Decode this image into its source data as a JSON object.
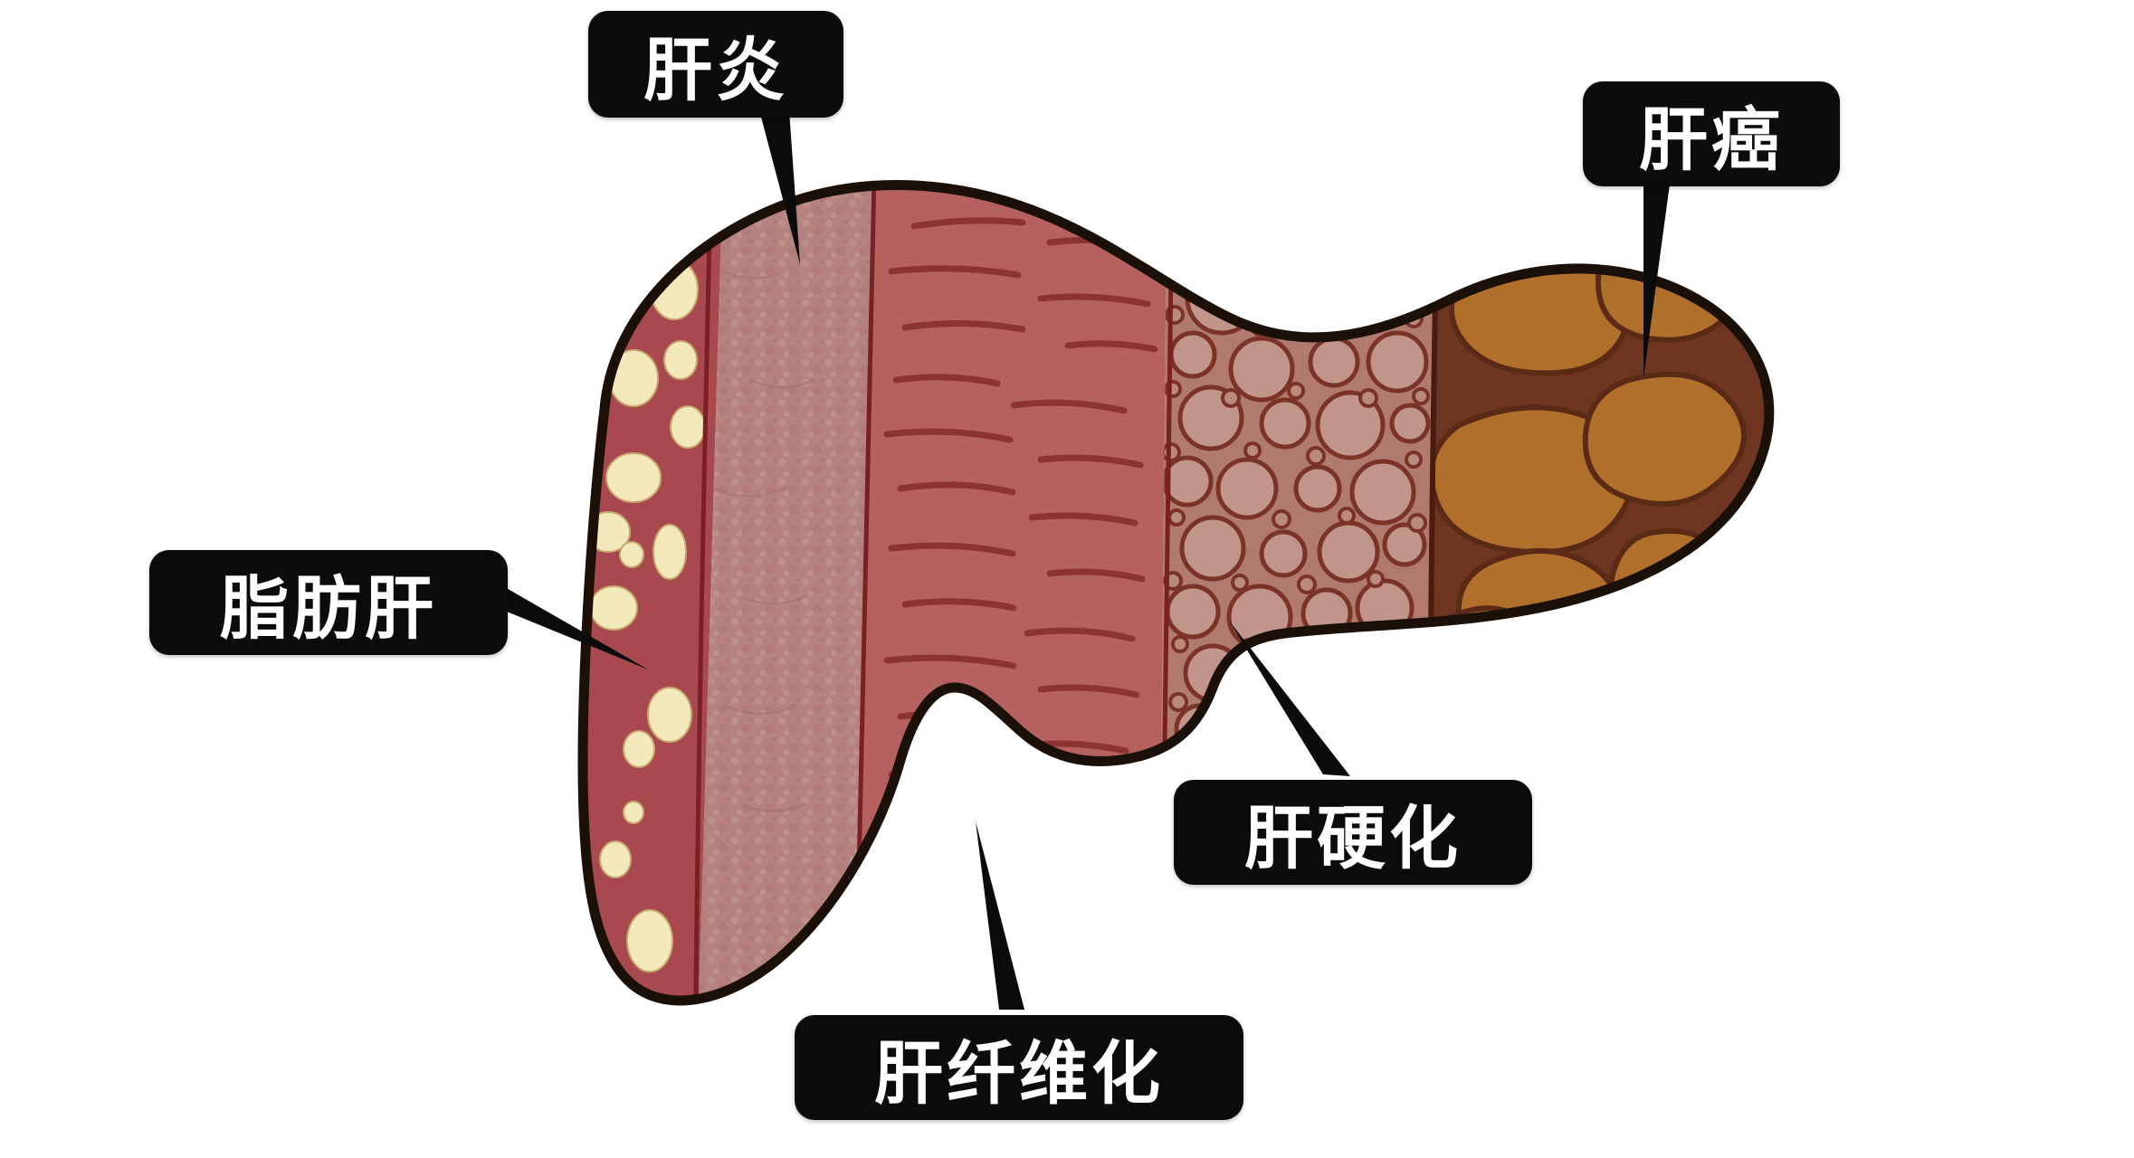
{
  "diagram": {
    "title": "Liver disease progression stages diagram",
    "subject": "liver",
    "background_color": "#ffffff",
    "outline_color": "#1a1008"
  },
  "labels": {
    "hepatitis": "肝炎",
    "cancer": "肝癌",
    "fatty_liver": "脂肪肝",
    "cirrhosis": "肝硬化",
    "fibrosis": "肝纤维化"
  },
  "stages": [
    {
      "id": "fatty-liver",
      "label": "脂肪肝",
      "order": 1,
      "base_color": "#a8494f",
      "feature_color": "#f2e6b8",
      "feature": "fat-droplets"
    },
    {
      "id": "hepatitis",
      "label": "肝炎",
      "order": 2,
      "base_color": "#b58280",
      "feature_color": "#c49a95",
      "feature": "mottled-inflammation"
    },
    {
      "id": "fibrosis",
      "label": "肝纤维化",
      "order": 3,
      "base_color": "#b5615f",
      "feature_color": "#8e3333",
      "feature": "fibrous-streaks"
    },
    {
      "id": "cirrhosis",
      "label": "肝硬化",
      "order": 4,
      "base_color": "#b07a6e",
      "feature_color": "#7a3326",
      "feature": "regenerative-nodules"
    },
    {
      "id": "cancer",
      "label": "肝癌",
      "order": 5,
      "base_color": "#6e3520",
      "feature_color": "#b0702c",
      "feature": "tumor-masses"
    }
  ],
  "callouts": [
    {
      "id": "hepatitis",
      "label": "肝炎",
      "pointer": "down-left"
    },
    {
      "id": "cancer",
      "label": "肝癌",
      "pointer": "down-left"
    },
    {
      "id": "fatty_liver",
      "label": "脂肪肝",
      "pointer": "right"
    },
    {
      "id": "cirrhosis",
      "label": "肝硬化",
      "pointer": "up-right"
    },
    {
      "id": "fibrosis",
      "label": "肝纤维化",
      "pointer": "up"
    }
  ]
}
